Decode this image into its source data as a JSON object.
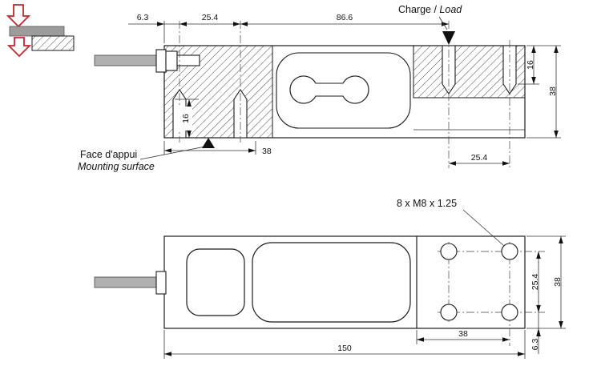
{
  "drawing": {
    "kind": "technical-drawing",
    "subject": "Single point load cell - dimensional drawing, side section view and plan view"
  },
  "labels": {
    "charge": "Charge / ",
    "load": "Load",
    "face_appui": "Face d'appui",
    "mounting_surface": "Mounting surface",
    "thread_spec": "8 x M8 x 1.25"
  },
  "side_view": {
    "dim_edge_to_first_hole": "6.3",
    "dim_left_hole_spacing": "25.4",
    "dim_hole_span": "86.6",
    "dim_left_thread_depth": "16",
    "dim_right_thread_depth": "16",
    "dim_body_height": "38",
    "dim_mounting_block": "38",
    "dim_right_hole_spacing": "25.4"
  },
  "plan_view": {
    "dim_hole_row_spacing": "25.4",
    "dim_body_width": "38",
    "dim_hole_col_span": "38",
    "dim_overall_length": "150",
    "dim_edge_offset": "6.3"
  },
  "icons": {
    "load_arrows": "red-down-arrows",
    "load_point_marker": "filled-triangle-down",
    "datum_marker": "filled-triangle-up"
  },
  "colors": {
    "line": "#1a1a1a",
    "accent_red": "#c1272d",
    "cable_gray": "#b0b0b0",
    "bar_gray": "#9c9c9c"
  }
}
